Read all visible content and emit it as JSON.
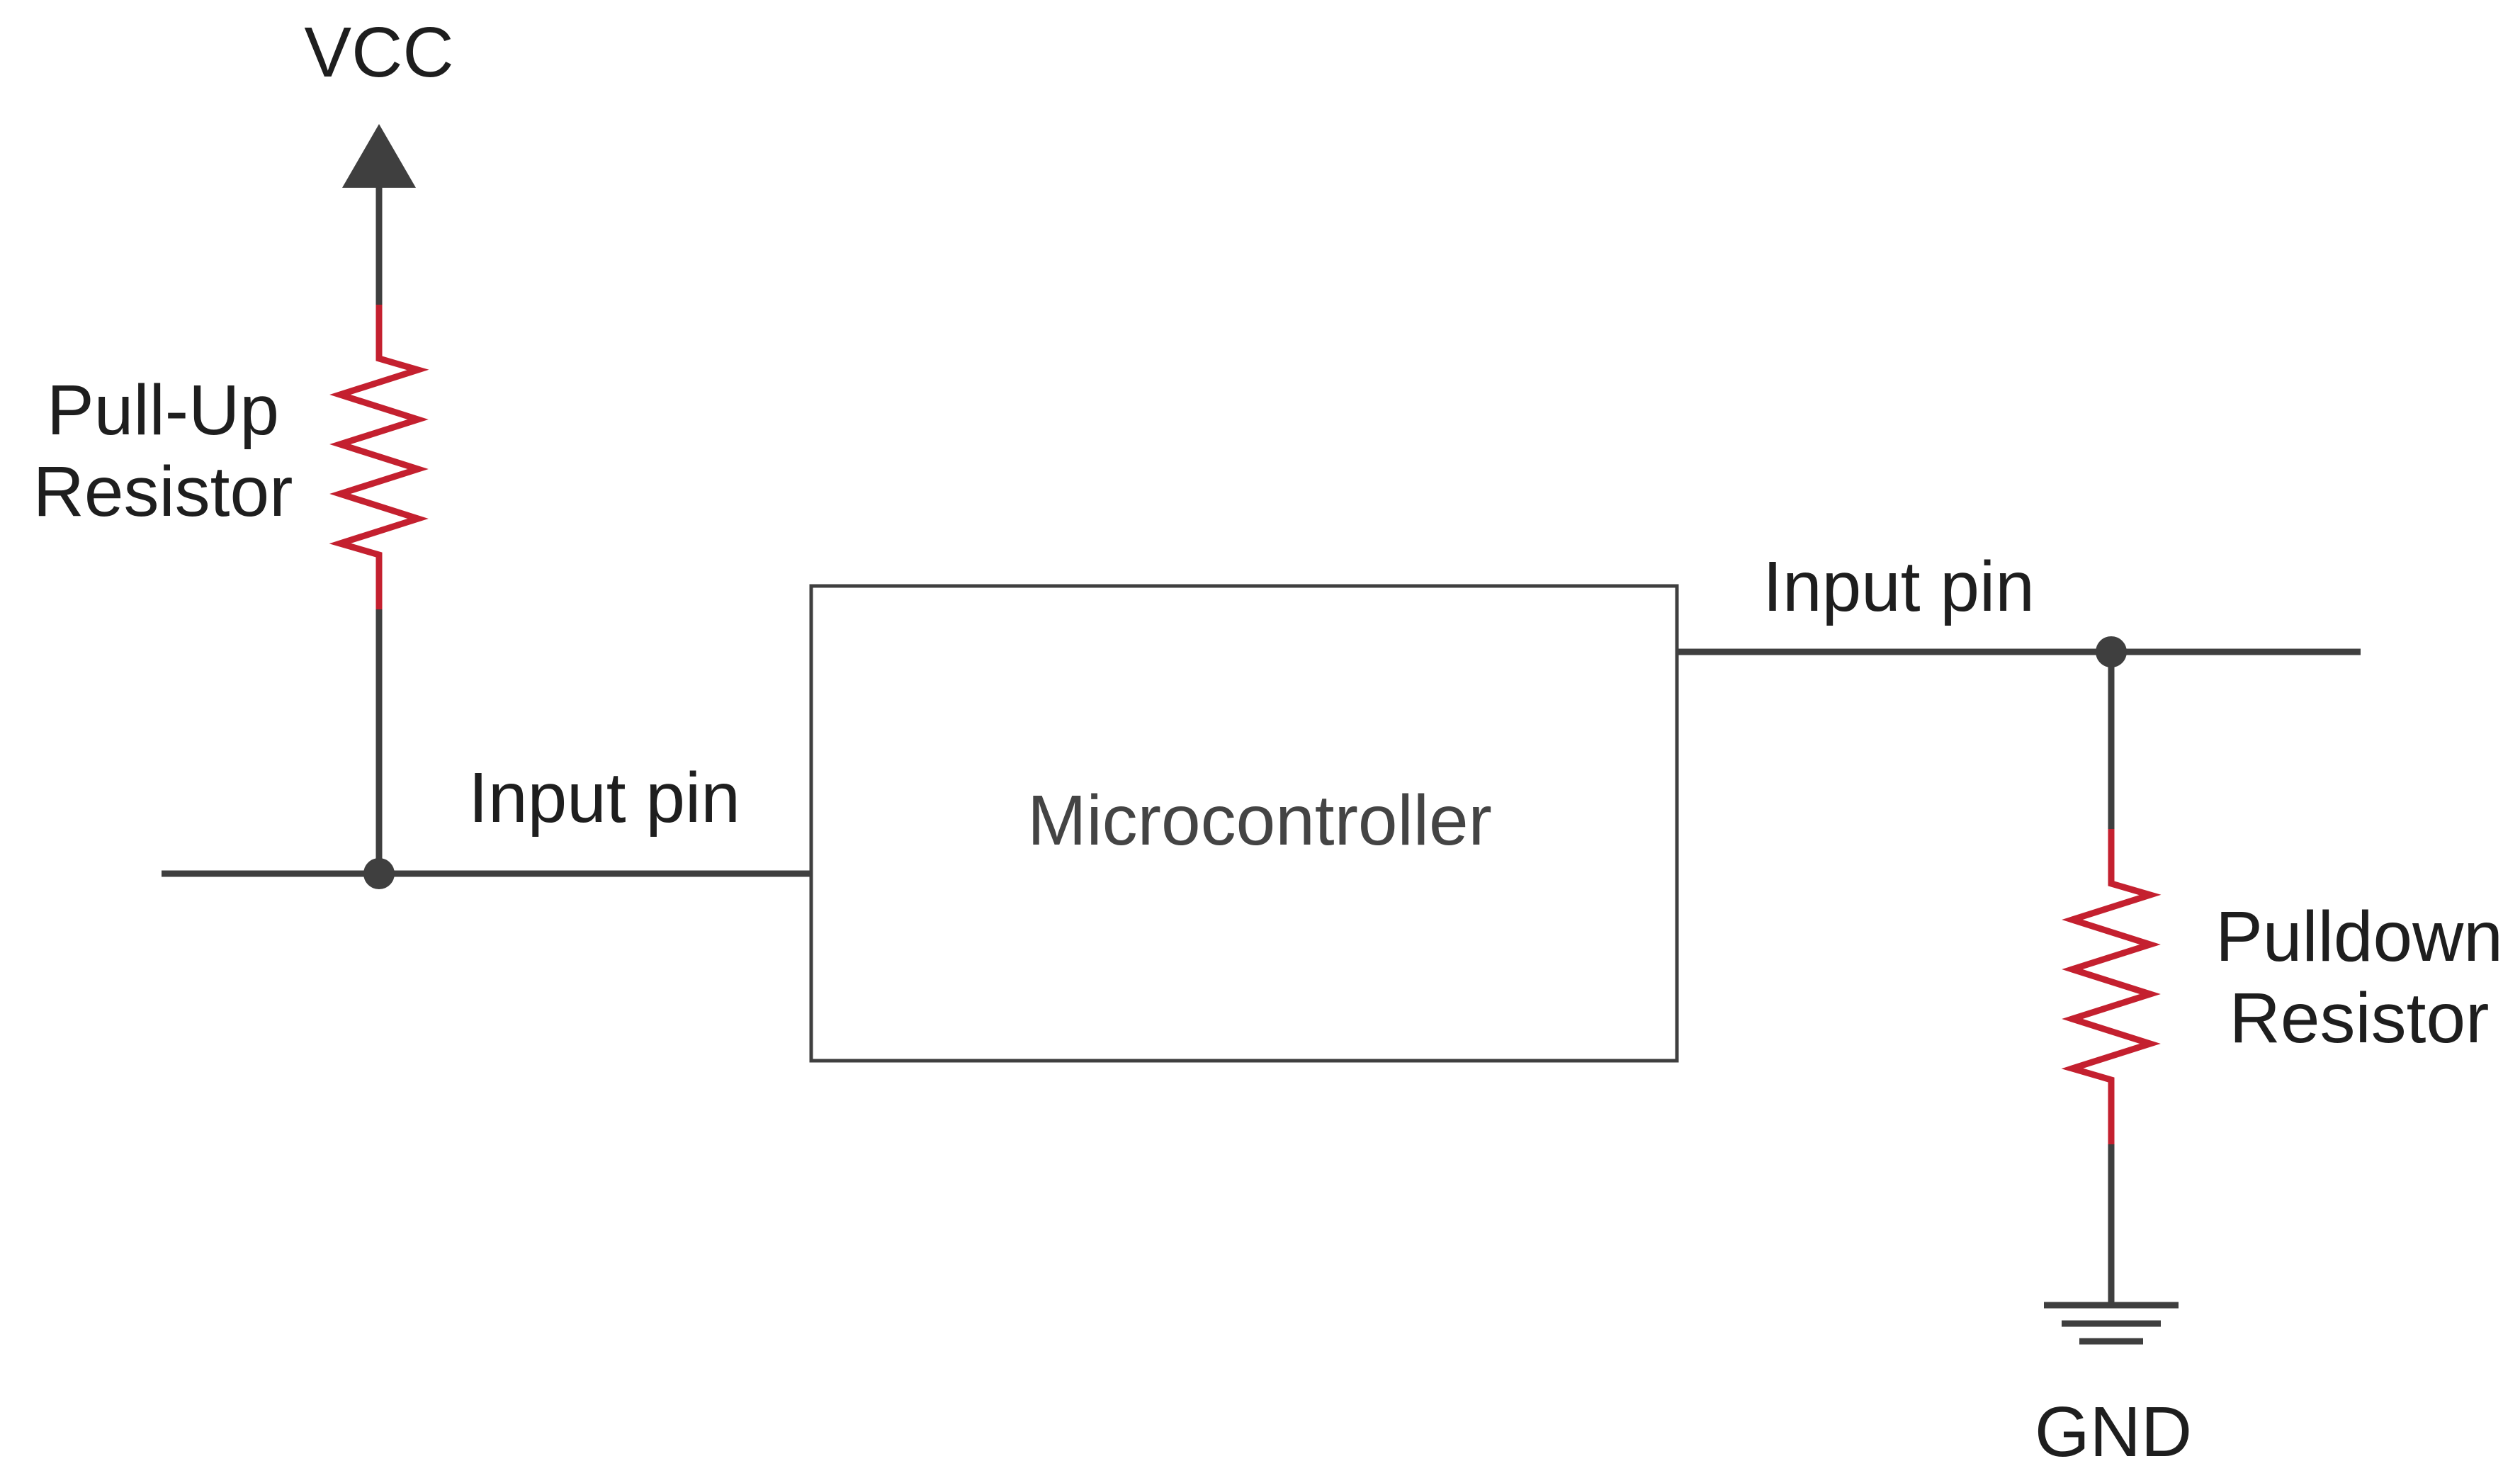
{
  "diagram": {
    "vcc_label": "VCC",
    "gnd_label": "GND",
    "microcontroller_label": "Microcontroller",
    "pullup": {
      "line1": "Pull-Up",
      "line2": "Resistor"
    },
    "pulldown": {
      "line1": "Pulldown",
      "line2": "Resistor"
    },
    "left_pin_label": "Input pin",
    "right_pin_label": "Input pin",
    "colors": {
      "wire": "#3f3f3f",
      "resistor": "#c4202f",
      "text": "#1e1e1e"
    }
  }
}
